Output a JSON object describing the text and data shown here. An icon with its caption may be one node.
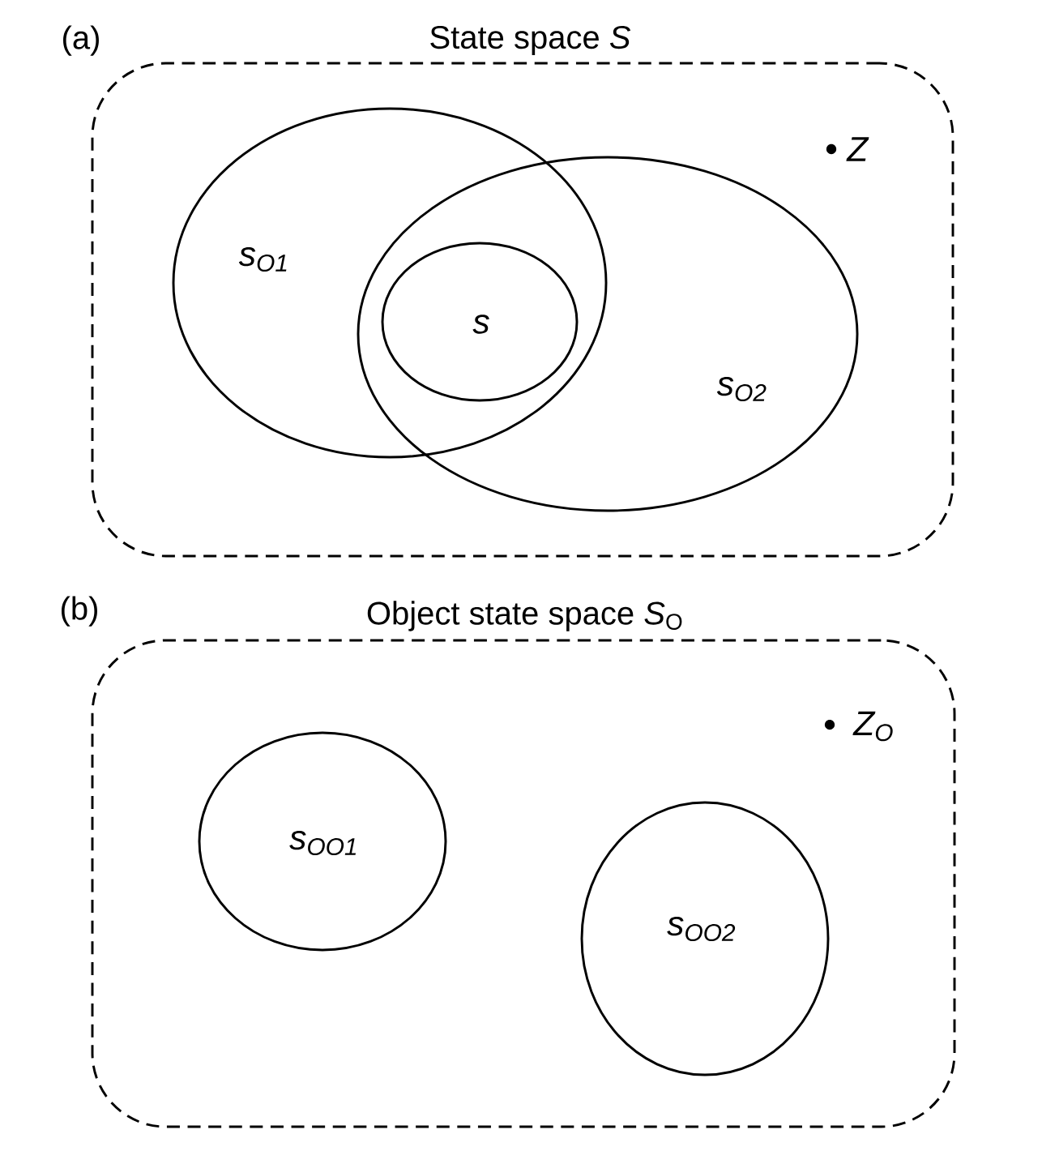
{
  "diagram": {
    "nodes": [
      {
        "text": [
          "State space *S*"
        ]
      },
      {
        "text": [
          "s$_{O1}$"
        ],
        "in": 0
      },
      {
        "text": [
          "s$_{O2}$"
        ],
        "in": 0
      },
      {
        "text": [
          "s"
        ]
      },
      {
        "text": [
          "Object state space *S*$_{O}$"
        ]
      },
      {
        "text": [
          "s$_{OO1}$"
        ],
        "in": 4
      },
      {
        "text": [
          "s$_{OO2}$"
        ],
        "in": 4
      }
    ],
    "labels": [
      "(a)",
      "Z",
      "(b)",
      "Z$_{O}$"
    ]
  }
}
